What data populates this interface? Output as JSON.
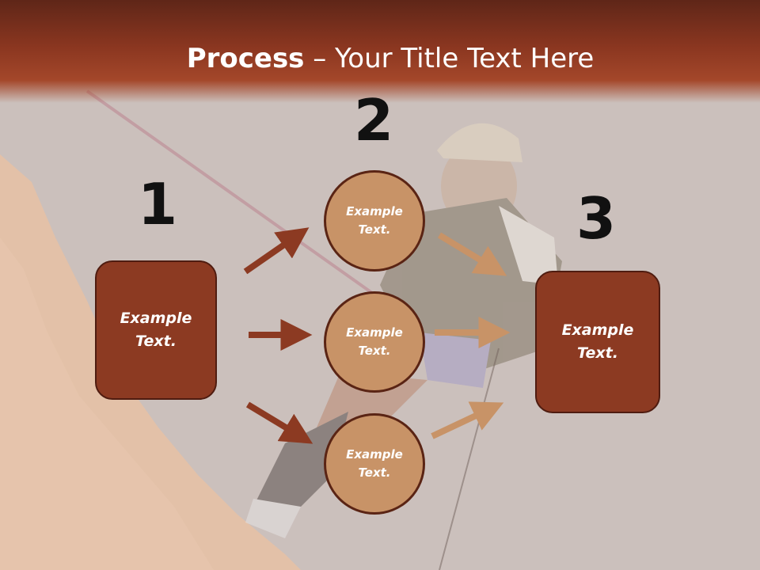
{
  "title": {
    "bold": "Process",
    "rest": " – Your Title Text Here"
  },
  "step_numbers": [
    "1",
    "2",
    "3"
  ],
  "boxes": {
    "left": "Example\nText.",
    "right": "Example\nText."
  },
  "circles": [
    "Example\nText.",
    "Example\nText.",
    "Example\nText."
  ],
  "colors": {
    "header": "#8a3620",
    "box": "#8c3a22",
    "circle": "#c89367",
    "arrow_dark": "#8c3a22",
    "arrow_light": "#c89367"
  }
}
